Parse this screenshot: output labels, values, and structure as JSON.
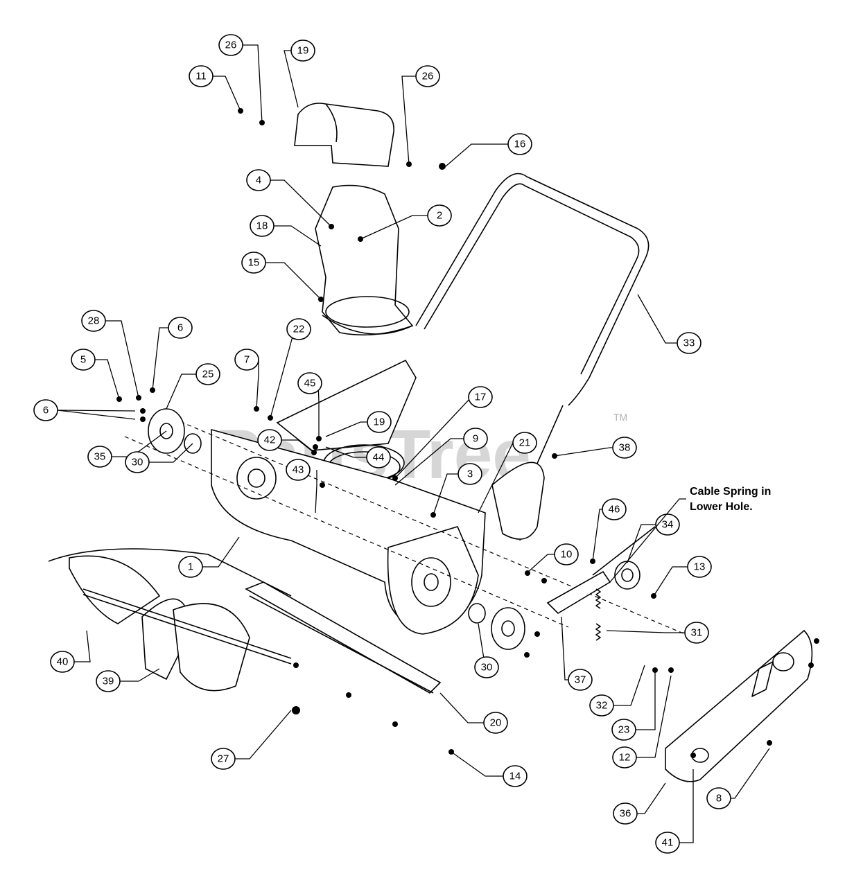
{
  "watermark": {
    "text": "PartsTree",
    "tm": "TM"
  },
  "note": {
    "line1": "Cable Spring in",
    "line2": "Lower Hole."
  },
  "callouts": {
    "c11": "11",
    "c26a": "26",
    "c19a": "19",
    "c26b": "26",
    "c16": "16",
    "c4": "4",
    "c2": "2",
    "c18": "18",
    "c15": "15",
    "c33": "33",
    "c28": "28",
    "c6a": "6",
    "c5": "5",
    "c25": "25",
    "c22": "22",
    "c7": "7",
    "c6b": "6",
    "c45": "45",
    "c17": "17",
    "c35": "35",
    "c42": "42",
    "c19b": "19",
    "c44": "44",
    "c9": "9",
    "c21": "21",
    "c38": "38",
    "c30a": "30",
    "c43": "43",
    "c3": "3",
    "c1": "1",
    "c46": "46",
    "c34": "34",
    "c10": "10",
    "c13": "13",
    "c31": "31",
    "c40": "40",
    "c39": "39",
    "c30b": "30",
    "c37": "37",
    "c32": "32",
    "c23": "23",
    "c20": "20",
    "c27": "27",
    "c12": "12",
    "c14": "14",
    "c36": "36",
    "c8": "8",
    "c41": "41"
  }
}
